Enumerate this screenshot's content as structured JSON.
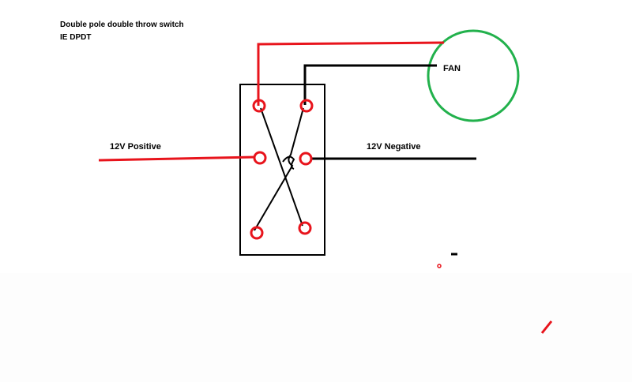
{
  "diagram": {
    "title": "Double pole double throw switch IE DPDT",
    "labels": {
      "positive": "12V Positive",
      "negative": "12V Negative",
      "fan": "FAN"
    },
    "colors": {
      "positive_wire": "#e8141c",
      "negative_wire": "#000000",
      "fan_outline": "#22b14c",
      "terminal": "#e8141c",
      "switch_body": "#000000"
    }
  }
}
